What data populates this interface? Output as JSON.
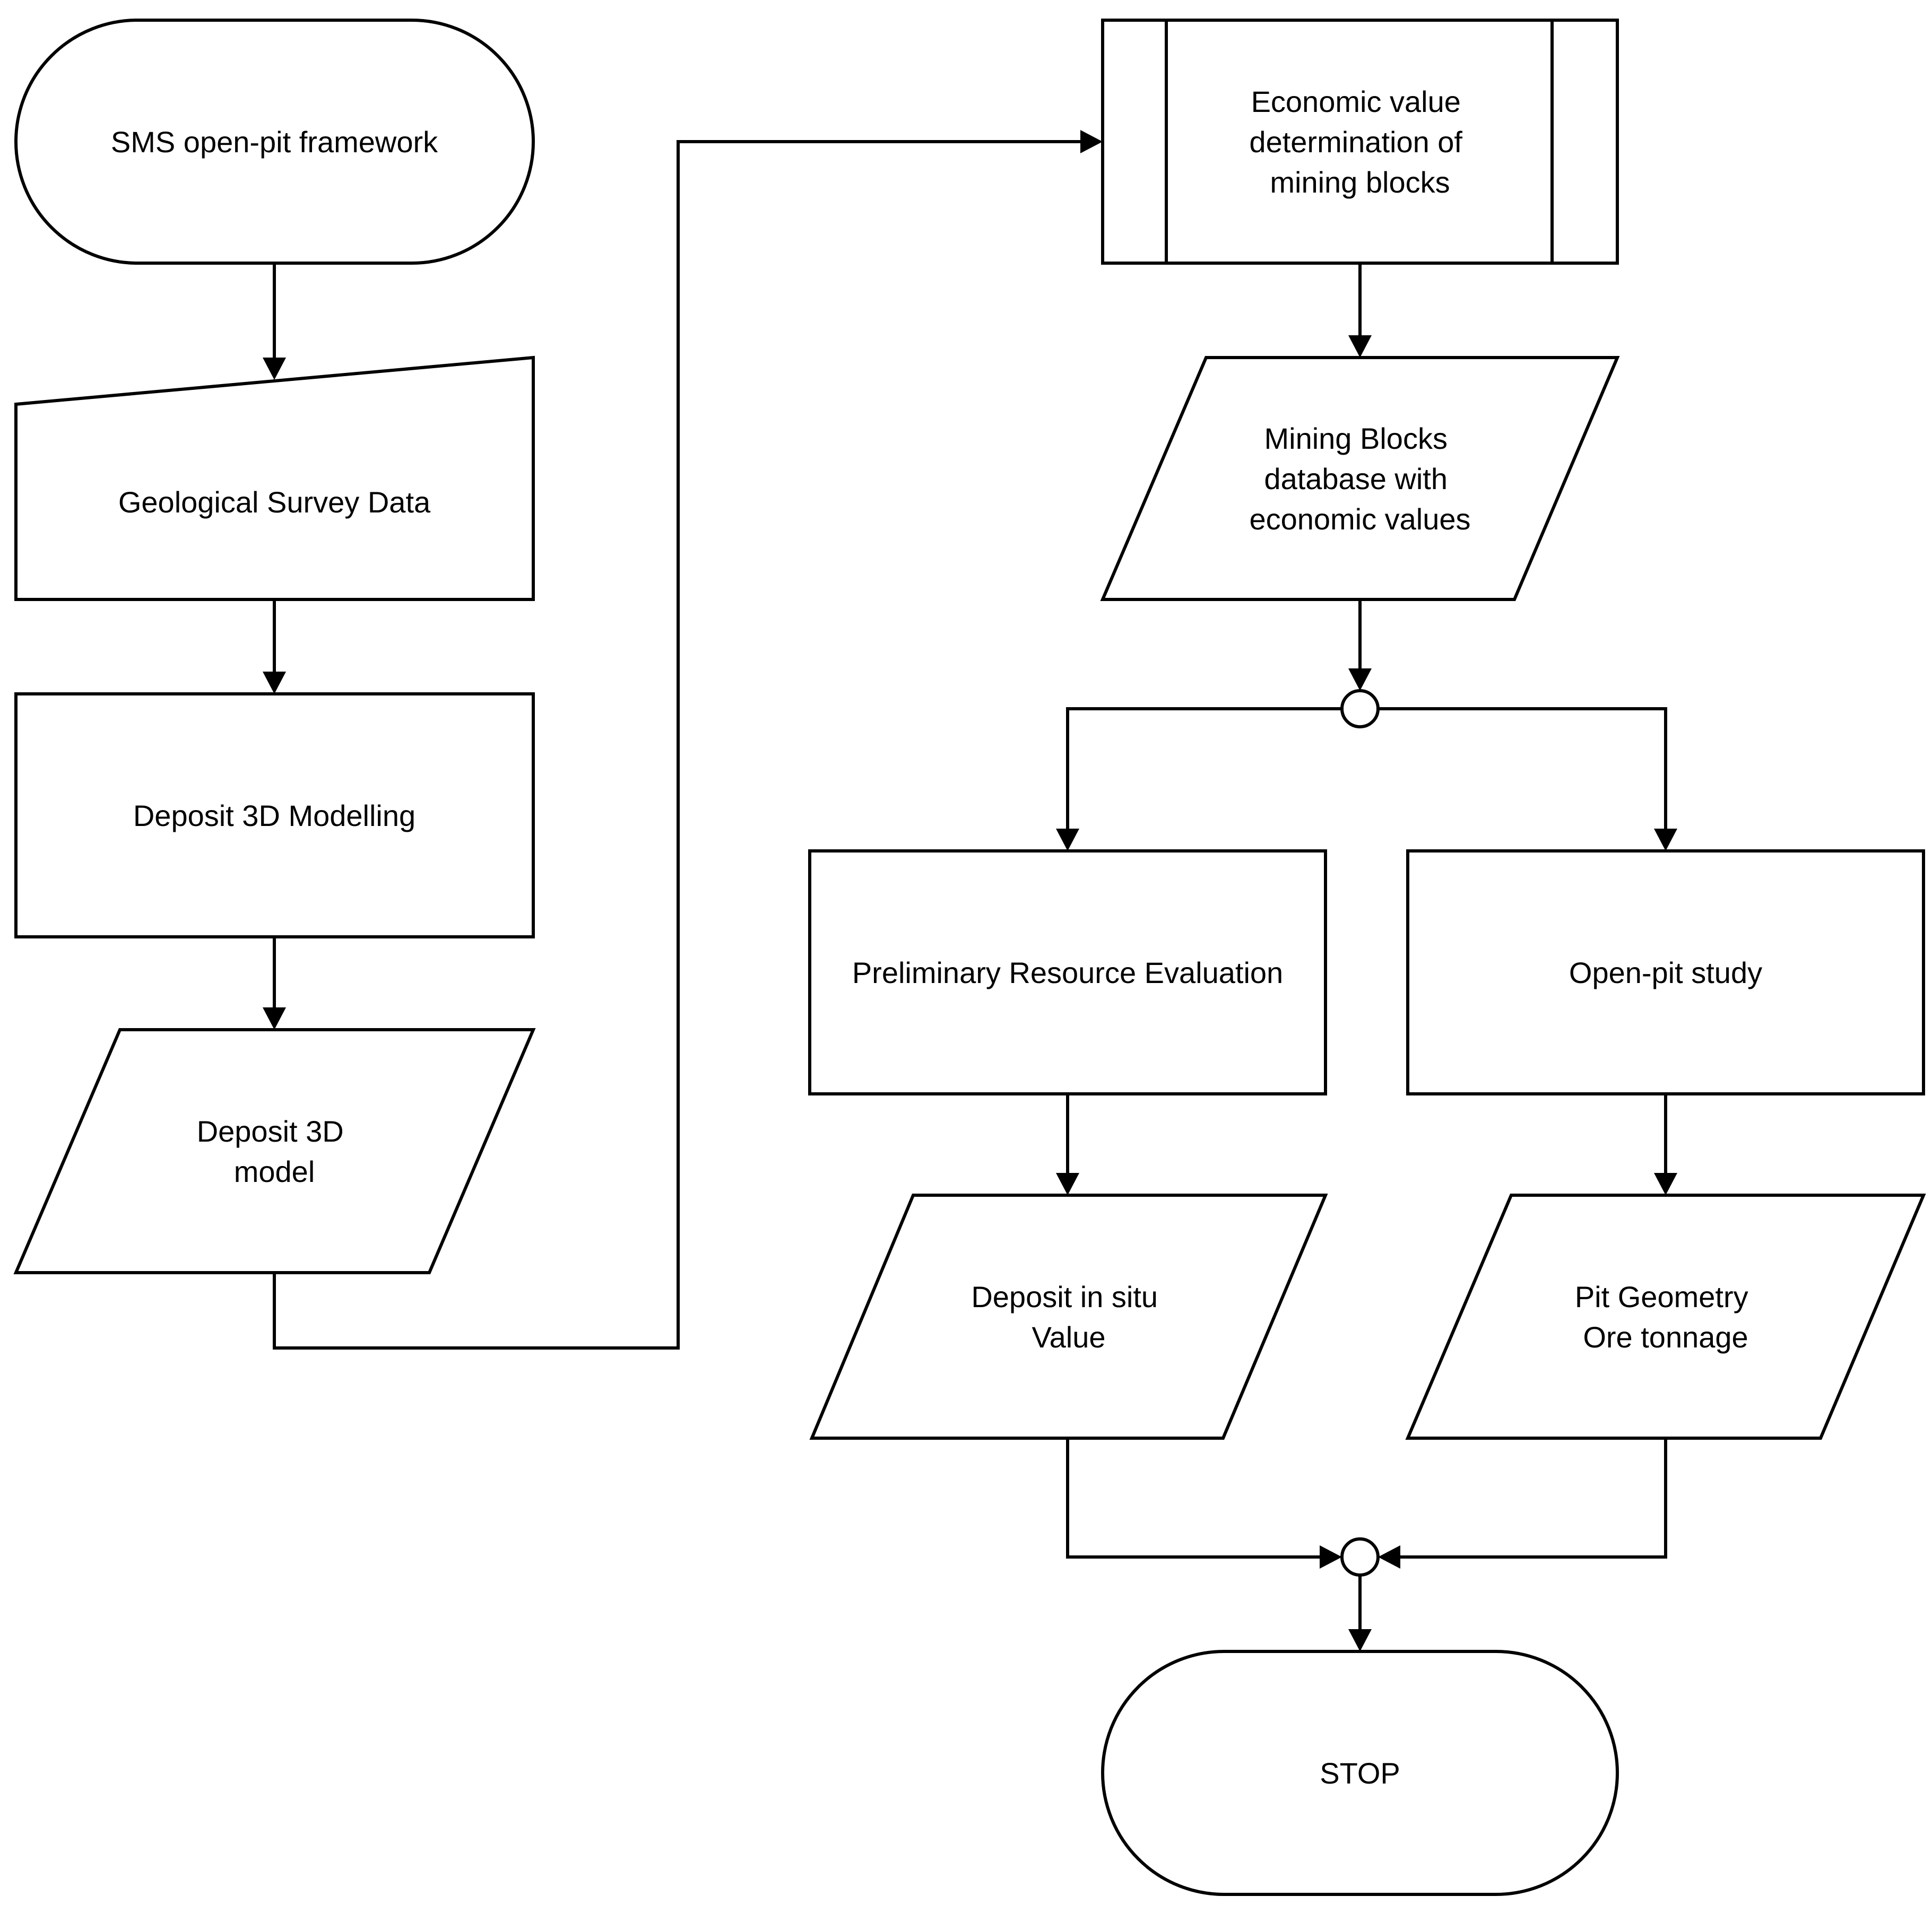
{
  "diagram": {
    "nodes": {
      "start": {
        "lines": [
          "SMS open-pit framework"
        ]
      },
      "survey": {
        "lines": [
          "Geological Survey Data"
        ]
      },
      "modelling": {
        "lines": [
          "Deposit 3D Modelling"
        ]
      },
      "model": {
        "lines": [
          "Deposit 3D",
          "model"
        ]
      },
      "economic": {
        "lines": [
          "Economic value",
          "determination of",
          "mining blocks"
        ]
      },
      "database": {
        "lines": [
          "Mining Blocks",
          "database with",
          "economic values"
        ]
      },
      "preliminary": {
        "lines": [
          "Preliminary Resource Evaluation"
        ]
      },
      "openpit": {
        "lines": [
          "Open-pit study"
        ]
      },
      "insitu": {
        "lines": [
          "Deposit in situ",
          "Value"
        ]
      },
      "pitgeometry": {
        "lines": [
          "Pit Geometry",
          "Ore tonnage"
        ]
      },
      "stop": {
        "lines": [
          "STOP"
        ]
      }
    }
  }
}
